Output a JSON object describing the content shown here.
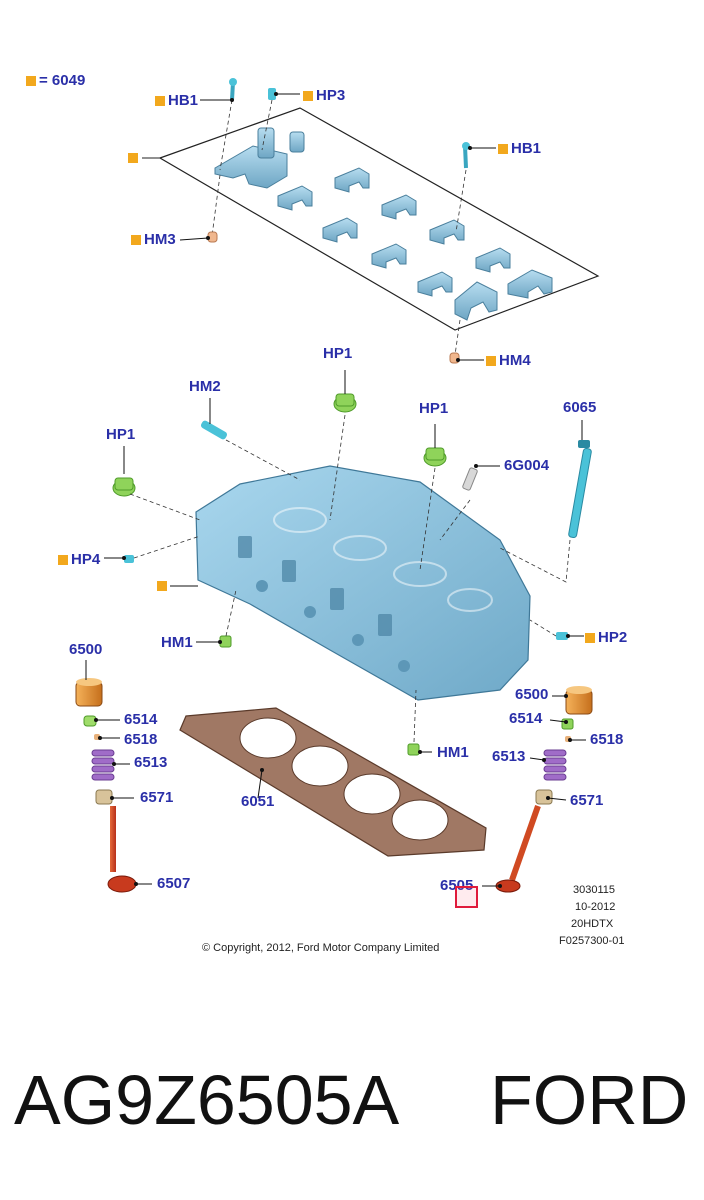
{
  "legend": {
    "symbol_meaning": "= 6049"
  },
  "parts": {
    "HB1_left": "HB1",
    "HP3": "HP3",
    "HB1_right": "HB1",
    "HM3": "HM3",
    "HM4": "HM4",
    "HP1_top": "HP1",
    "HM2": "HM2",
    "HP1_mid": "HP1",
    "HP1_left": "HP1",
    "p6065": "6065",
    "p6G004": "6G004",
    "HP4": "HP4",
    "HM1_left": "HM1",
    "HP2": "HP2",
    "p6500_left": "6500",
    "p6514_left": "6514",
    "p6518_left": "6518",
    "p6513_left": "6513",
    "p6571_left": "6571",
    "p6507": "6507",
    "p6051": "6051",
    "HM1_right": "HM1",
    "p6500_right": "6500",
    "p6514_right": "6514",
    "p6518_right": "6518",
    "p6513_right": "6513",
    "p6571_right": "6571",
    "p6505": "6505"
  },
  "drawing_info": [
    "3030115",
    "10-2012",
    "20HDTX",
    "F0257300-01"
  ],
  "copyright": "© Copyright, 2012, Ford Motor Company Limited",
  "caption": {
    "part_number": "AG9Z6505A",
    "brand": "FORD"
  },
  "colors": {
    "label": "#2a2fa8",
    "marker": "#f2a81d",
    "highlight": "#e01b3c",
    "head": "#8ec5e0",
    "gasket": "#9a6a52"
  }
}
